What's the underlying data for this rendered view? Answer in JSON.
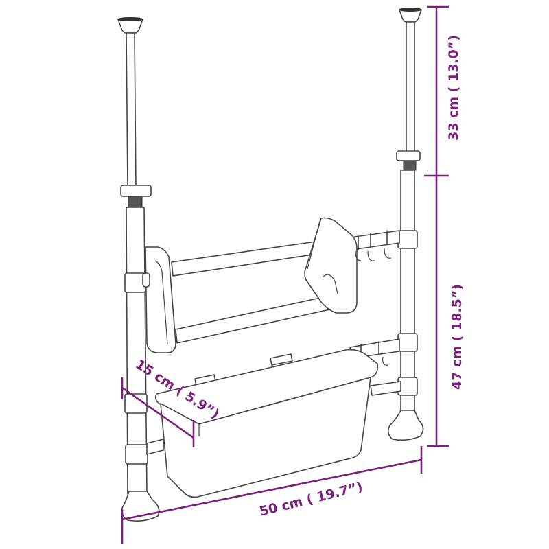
{
  "diagram": {
    "type": "product-dimension-drawing",
    "subject": "Tension pole storage rack with two-bar shelf, hooks and basket",
    "accent_color": "#7a1f7c",
    "line_color": "#444444"
  },
  "dimensions": {
    "top_extension": {
      "label": "33 cm ( 13.0”)",
      "cm": 33,
      "in": 13.0
    },
    "lower_height": {
      "label": "47 cm ( 18.5”)",
      "cm": 47,
      "in": 18.5
    },
    "width": {
      "label": "50 cm ( 19.7”)",
      "cm": 50,
      "in": 19.7
    },
    "depth": {
      "label": "15 cm ( 5.9”)",
      "cm": 15,
      "in": 5.9
    }
  },
  "components": {
    "poles": 2,
    "rail_shelf": "two-bar rack with end brackets",
    "hooks_upper": 3,
    "hooks_lower": 2,
    "basket": "rectangular tray basket"
  }
}
